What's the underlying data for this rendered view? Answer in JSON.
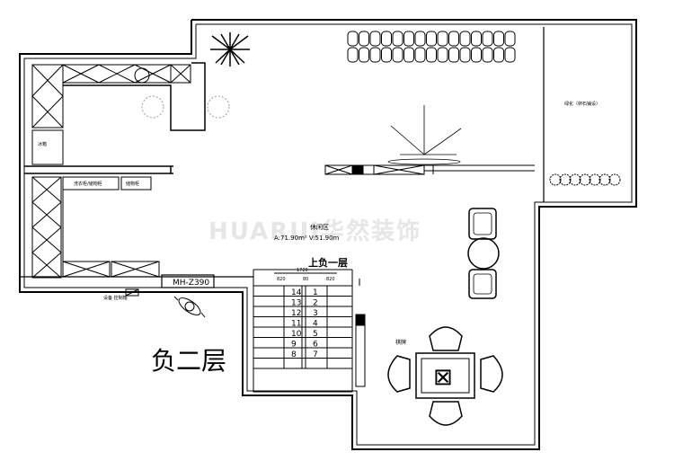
{
  "floor_label": "负二层",
  "up_label": "上负一层",
  "leisure_area": {
    "name": "休闲区",
    "area_text": "A:71.90m²  V:51.90m"
  },
  "game_area": "棋牌",
  "water_heater_tag": "MH-Z390",
  "stair_width_total": "1720",
  "stair_width_parts": [
    "820",
    "80",
    "820"
  ],
  "stair_left_numbers": [
    "14",
    "13",
    "12",
    "11",
    "10",
    "9",
    "8"
  ],
  "stair_right_numbers": [
    "1",
    "2",
    "3",
    "4",
    "5",
    "6",
    "7"
  ],
  "watermark": "HUARUI华然装饰",
  "small_labels": {
    "fridge": "冰箱",
    "cabinet_a": "洗衣柜/储物柜",
    "cabinet_b": "储物柜",
    "garden": "绿化（卵石铺设）",
    "machine_note": "设备\n控制箱"
  }
}
